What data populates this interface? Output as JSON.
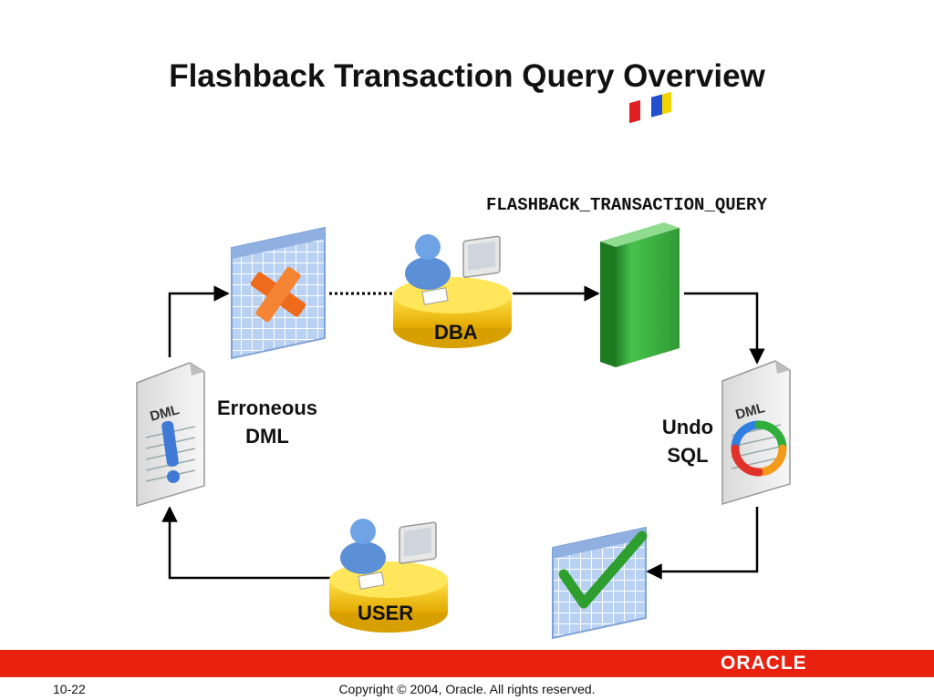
{
  "slide": {
    "title": "Flashback Transaction Query Overview",
    "view_name": "FLASHBACK_TRANSACTION_QUERY",
    "dba_label": "DBA",
    "user_label": "USER",
    "erroneous_dml_line1": "Erroneous",
    "erroneous_dml_line2": "DML",
    "undo_sql_line1": "Undo",
    "undo_sql_line2": "SQL",
    "doc_tag_left": "DML",
    "doc_tag_right": "DML"
  },
  "footer": {
    "page_number": "10-22",
    "copyright": "Copyright © 2004, Oracle.  All rights reserved.",
    "logo_text": "ORACLE"
  },
  "colors": {
    "footer_bar": "#e8220f",
    "book_green": "#3cb043",
    "table_blue": "#a9c6ea",
    "plate_yellow": "#f2c600",
    "person_blue": "#5b8fd6",
    "error_orange": "#ee6a1a",
    "check_green": "#2e9e2e"
  },
  "icons": [
    "error-table-icon",
    "corrected-table-icon",
    "dba-workstation-icon",
    "user-workstation-icon",
    "transaction-query-book-icon",
    "erroneous-dml-document-icon",
    "undo-sql-document-icon"
  ]
}
